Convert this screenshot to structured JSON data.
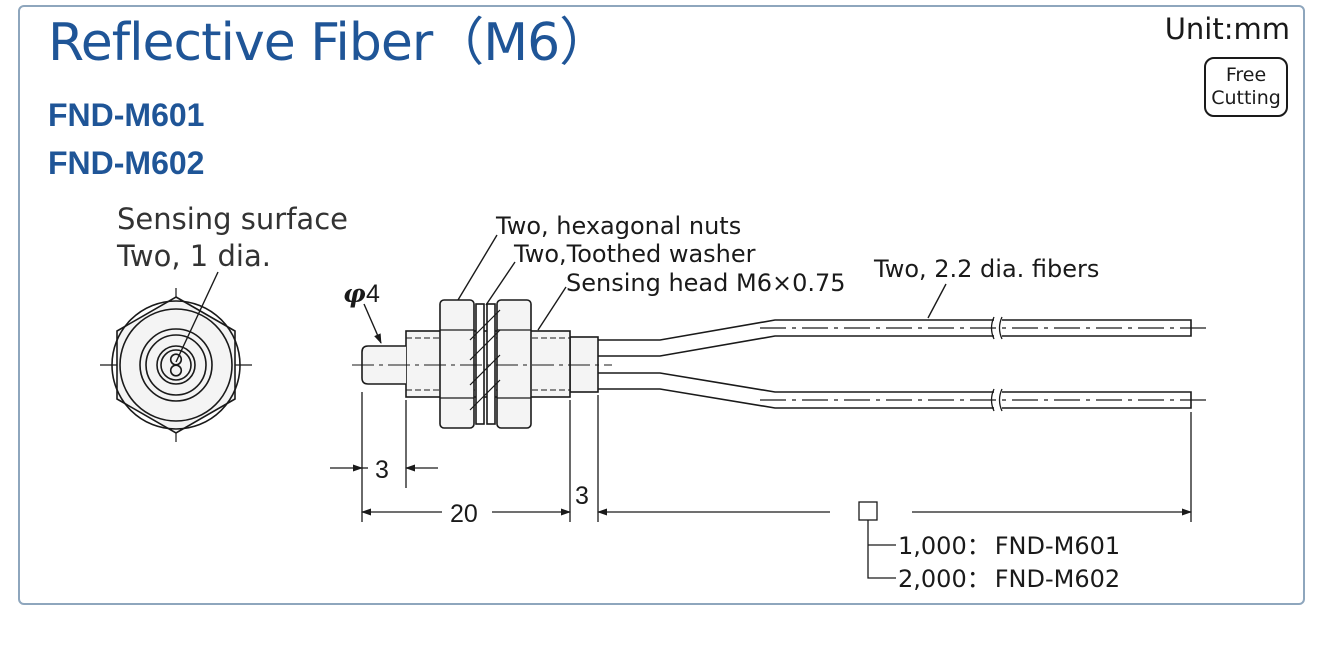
{
  "header": {
    "title": "Reflective Fiber（M6）",
    "models": [
      "FND-M601",
      "FND-M602"
    ],
    "unit": "Unit:mm",
    "badge": {
      "line1": "Free",
      "line2": "Cutting"
    }
  },
  "front_view": {
    "label_line1": "Sensing surface",
    "label_line2": "Two, 1 dia."
  },
  "callouts": {
    "nuts": "Two, hexagonal nuts",
    "washer": "Two,Toothed washer",
    "head": "Sensing head M6×0.75",
    "fibers": "Two, 2.2 dia. fibers",
    "diameter_symbol": "φ",
    "diameter_value": "4"
  },
  "dimensions": {
    "tip": "3",
    "head_length": "20",
    "collar": "3"
  },
  "length_table": [
    {
      "length": "1,000",
      "sep": "：",
      "model": "FND-M601"
    },
    {
      "length": "2,000",
      "sep": "：",
      "model": "FND-M602"
    }
  ]
}
